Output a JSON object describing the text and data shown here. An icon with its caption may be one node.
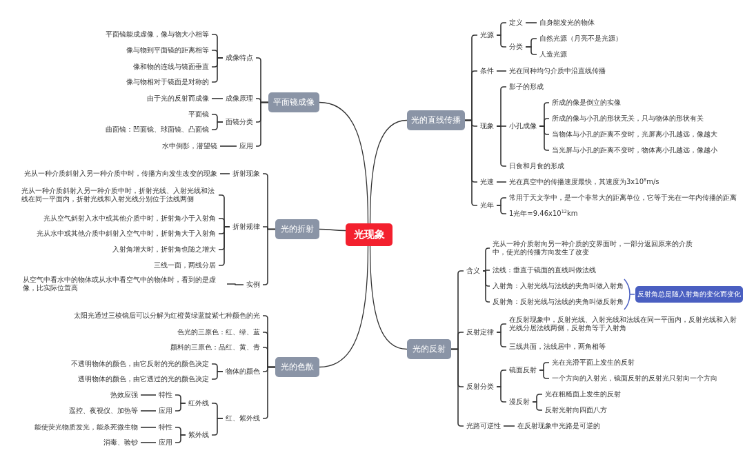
{
  "diagram": {
    "nodes": [
      {
        "text": [
          "光现象"
        ]
      },
      {
        "text": [
          "光的直线传播"
        ]
      },
      {
        "text": [
          "光源"
        ]
      },
      {
        "text": [
          "定义"
        ]
      },
      {
        "text": [
          "自身能发光的物体"
        ]
      },
      {
        "text": [
          "分类"
        ]
      },
      {
        "text": [
          "自然光源（月亮不是光源）"
        ]
      },
      {
        "text": [
          "人造光源"
        ]
      },
      {
        "text": [
          "条件"
        ]
      },
      {
        "text": [
          "光在同种均匀介质中沿直线传播"
        ]
      },
      {
        "text": [
          "现象"
        ]
      },
      {
        "text": [
          "影子的形成"
        ]
      },
      {
        "text": [
          "小孔成像"
        ]
      },
      {
        "text": [
          "所成的像是倒立的实像"
        ]
      },
      {
        "text": [
          "所成的像与小孔的形状无关，只与物体的形状有关"
        ]
      },
      {
        "text": [
          "当物体与小孔的距离不变时，光屏离小孔越远，像越大"
        ]
      },
      {
        "text": [
          "当光屏与小孔的距离不变时，物体离小孔越远，像越小"
        ]
      },
      {
        "text": [
          "日食和月食的形成"
        ]
      },
      {
        "text": [
          "光速"
        ]
      },
      {
        "text": [
          "光在真空中的传播速度最快，其速度为3x10$^{8}$m/s"
        ]
      },
      {
        "text": [
          "光年"
        ]
      },
      {
        "text": [
          "常用于天文学中，是一个非常大的距离单位，它等于光在一年内传播的距离"
        ]
      },
      {
        "text": [
          "1光年=9.46x10$^{12}$km"
        ]
      },
      {
        "text": [
          "光的反射"
        ]
      },
      {
        "text": [
          "含义"
        ]
      },
      {
        "text": [
          "光从一种介质射向另一种介质的交界面时，一部分返回原来的介质中，使光的传播方向发生了改变"
        ]
      },
      {
        "text": [
          "法线：垂直于镜面的直线叫做法线"
        ]
      },
      {
        "text": [
          "入射角：入射光线与法线的夹角叫做入射角"
        ]
      },
      {
        "text": [
          "反射角：反射光线与法线的夹角叫做反射角"
        ]
      },
      {
        "text": [
          "反射角总是随入射角的变化而变化"
        ]
      },
      {
        "text": [
          "反射定律"
        ]
      },
      {
        "text": [
          "在反射现象中，反射光线、入射光线和法线在同一平面内，反射光线和入射光线分居法线两侧，反射角等于入射角"
        ]
      },
      {
        "text": [
          "三线共面，法线居中，两角相等"
        ]
      },
      {
        "text": [
          "反射分类"
        ]
      },
      {
        "text": [
          "镜面反射"
        ]
      },
      {
        "text": [
          "光在光滑平面上发生的反射"
        ]
      },
      {
        "text": [
          "一个方向的入射光，镜面反射的反射光只射向一个方向"
        ]
      },
      {
        "text": [
          "漫反射"
        ]
      },
      {
        "text": [
          "光在粗糙面上发生的反射"
        ]
      },
      {
        "text": [
          "反射光射向四面八方"
        ]
      },
      {
        "text": [
          "光路可逆性"
        ]
      },
      {
        "text": [
          "在反射现象中光路是可逆的"
        ]
      },
      {
        "text": [
          "平面镜成像"
        ]
      },
      {
        "text": [
          "成像特点"
        ]
      },
      {
        "text": [
          "平面镜能成虚像，像与物大小相等"
        ]
      },
      {
        "text": [
          "像与物到平面镜的距离相等"
        ]
      },
      {
        "text": [
          "像和物的连线与镜面垂直"
        ]
      },
      {
        "text": [
          "像与物相对于镜面是对称的"
        ]
      },
      {
        "text": [
          "成像原理"
        ]
      },
      {
        "text": [
          "由于光的反射而成像"
        ]
      },
      {
        "text": [
          "面镜分类"
        ]
      },
      {
        "text": [
          "平面镜"
        ]
      },
      {
        "text": [
          "曲面镜：凹面镜、球面镜、凸面镜"
        ]
      },
      {
        "text": [
          "应用"
        ]
      },
      {
        "text": [
          "水中倒影，潜望镜"
        ]
      },
      {
        "text": [
          "光的折射"
        ]
      },
      {
        "text": [
          "折射现象"
        ]
      },
      {
        "text": [
          "光从一种介质斜射入另一种介质中时，传播方向发生改变的现象"
        ]
      },
      {
        "text": [
          "折射规律"
        ]
      },
      {
        "text": [
          "光从一种介质斜射入另一种介质中时，折射光线、入射光线和法线在同一平面内，折射光线和入射光线分别位于法线两侧"
        ]
      },
      {
        "text": [
          "光从空气斜射入水中或其他介质中时，折射角小于入射角"
        ]
      },
      {
        "text": [
          "光从水中或其他介质中斜射入空气中时，折射角大于入射角"
        ]
      },
      {
        "text": [
          "入射角增大时，折射角也随之增大"
        ]
      },
      {
        "text": [
          "三线一面，两线分居"
        ]
      },
      {
        "text": [
          "实例"
        ]
      },
      {
        "text": [
          "从空气中看水中的物体或从水中看空气中的物体时，看到的是虚像，比实际位置高"
        ]
      },
      {
        "text": [
          "光的色散"
        ]
      },
      {
        "text": [
          "太阳光通过三棱镜后可以分解为红橙黄绿蓝靛紫七种颜色的光"
        ]
      },
      {
        "text": [
          "色光的三原色：红、绿、蓝"
        ]
      },
      {
        "text": [
          "颜料的三原色：品红、黄、青"
        ]
      },
      {
        "text": [
          "物体的颜色"
        ]
      },
      {
        "text": [
          "不透明物体的颜色，由它反射的光的颜色决定"
        ]
      },
      {
        "text": [
          "透明物体的颜色，由它透过的光的颜色决定"
        ]
      },
      {
        "text": [
          "红、紫外线"
        ]
      },
      {
        "text": [
          "红外线"
        ]
      },
      {
        "text": [
          "特性"
        ]
      },
      {
        "text": [
          "热效应强"
        ]
      },
      {
        "text": [
          "应用"
        ]
      },
      {
        "text": [
          "遥控、夜视仪、加热等"
        ]
      },
      {
        "text": [
          "紫外线"
        ]
      },
      {
        "text": [
          "特性"
        ]
      },
      {
        "text": [
          "能使荧光物质发光，能杀死微生物"
        ]
      },
      {
        "text": [
          "应用"
        ]
      },
      {
        "text": [
          "消毒、验钞"
        ]
      }
    ],
    "edges": [
      {
        "from": 0,
        "to": 1,
        "arrow": "none"
      },
      {
        "from": 0,
        "to": 23,
        "arrow": "none"
      },
      {
        "from": 0,
        "to": 42,
        "arrow": "none"
      },
      {
        "from": 0,
        "to": 55,
        "arrow": "none"
      },
      {
        "from": 0,
        "to": 66,
        "arrow": "none"
      },
      {
        "from": 1,
        "to": 2,
        "arrow": "none"
      },
      {
        "from": 1,
        "to": 8,
        "arrow": "none"
      },
      {
        "from": 1,
        "to": 10,
        "arrow": "none"
      },
      {
        "from": 1,
        "to": 18,
        "arrow": "none"
      },
      {
        "from": 1,
        "to": 20,
        "arrow": "none"
      },
      {
        "from": 2,
        "to": 3,
        "arrow": "none"
      },
      {
        "from": 2,
        "to": 5,
        "arrow": "none"
      },
      {
        "from": 3,
        "to": 4,
        "arrow": "none"
      },
      {
        "from": 5,
        "to": 6,
        "arrow": "none"
      },
      {
        "from": 5,
        "to": 7,
        "arrow": "none"
      },
      {
        "from": 8,
        "to": 9,
        "arrow": "none"
      },
      {
        "from": 10,
        "to": 11,
        "arrow": "none"
      },
      {
        "from": 10,
        "to": 12,
        "arrow": "none"
      },
      {
        "from": 10,
        "to": 17,
        "arrow": "none"
      },
      {
        "from": 12,
        "to": 13,
        "arrow": "none"
      },
      {
        "from": 12,
        "to": 14,
        "arrow": "none"
      },
      {
        "from": 12,
        "to": 15,
        "arrow": "none"
      },
      {
        "from": 12,
        "to": 16,
        "arrow": "none"
      },
      {
        "from": 18,
        "to": 19,
        "arrow": "none"
      },
      {
        "from": 20,
        "to": 21,
        "arrow": "none"
      },
      {
        "from": 20,
        "to": 22,
        "arrow": "none"
      },
      {
        "from": 23,
        "to": 24,
        "arrow": "none"
      },
      {
        "from": 23,
        "to": 30,
        "arrow": "none"
      },
      {
        "from": 23,
        "to": 33,
        "arrow": "none"
      },
      {
        "from": 23,
        "to": 40,
        "arrow": "none"
      },
      {
        "from": 24,
        "to": 25,
        "arrow": "none"
      },
      {
        "from": 24,
        "to": 26,
        "arrow": "none"
      },
      {
        "from": 24,
        "to": 27,
        "arrow": "none"
      },
      {
        "from": 24,
        "to": 28,
        "arrow": "none"
      },
      {
        "from": 30,
        "to": 31,
        "arrow": "none"
      },
      {
        "from": 30,
        "to": 32,
        "arrow": "none"
      },
      {
        "from": 33,
        "to": 34,
        "arrow": "none"
      },
      {
        "from": 33,
        "to": 37,
        "arrow": "none"
      },
      {
        "from": 34,
        "to": 35,
        "arrow": "none"
      },
      {
        "from": 34,
        "to": 36,
        "arrow": "none"
      },
      {
        "from": 37,
        "to": 38,
        "arrow": "none"
      },
      {
        "from": 37,
        "to": 39,
        "arrow": "none"
      },
      {
        "from": 40,
        "to": 41,
        "arrow": "none"
      },
      {
        "from": 42,
        "to": 43,
        "arrow": "none"
      },
      {
        "from": 42,
        "to": 48,
        "arrow": "none"
      },
      {
        "from": 42,
        "to": 50,
        "arrow": "none"
      },
      {
        "from": 42,
        "to": 53,
        "arrow": "none"
      },
      {
        "from": 43,
        "to": 44,
        "arrow": "none"
      },
      {
        "from": 43,
        "to": 45,
        "arrow": "none"
      },
      {
        "from": 43,
        "to": 46,
        "arrow": "none"
      },
      {
        "from": 43,
        "to": 47,
        "arrow": "none"
      },
      {
        "from": 48,
        "to": 49,
        "arrow": "none"
      },
      {
        "from": 50,
        "to": 51,
        "arrow": "none"
      },
      {
        "from": 50,
        "to": 52,
        "arrow": "none"
      },
      {
        "from": 53,
        "to": 54,
        "arrow": "none"
      },
      {
        "from": 55,
        "to": 56,
        "arrow": "none"
      },
      {
        "from": 55,
        "to": 58,
        "arrow": "none"
      },
      {
        "from": 55,
        "to": 64,
        "arrow": "none"
      },
      {
        "from": 56,
        "to": 57,
        "arrow": "none"
      },
      {
        "from": 58,
        "to": 59,
        "arrow": "none"
      },
      {
        "from": 58,
        "to": 60,
        "arrow": "none"
      },
      {
        "from": 58,
        "to": 61,
        "arrow": "none"
      },
      {
        "from": 58,
        "to": 62,
        "arrow": "none"
      },
      {
        "from": 58,
        "to": 63,
        "arrow": "none"
      },
      {
        "from": 64,
        "to": 65,
        "arrow": "none"
      },
      {
        "from": 66,
        "to": 67,
        "arrow": "none"
      },
      {
        "from": 66,
        "to": 68,
        "arrow": "none"
      },
      {
        "from": 66,
        "to": 69,
        "arrow": "none"
      },
      {
        "from": 66,
        "to": 70,
        "arrow": "none"
      },
      {
        "from": 66,
        "to": 73,
        "arrow": "none"
      },
      {
        "from": 70,
        "to": 71,
        "arrow": "none"
      },
      {
        "from": 70,
        "to": 72,
        "arrow": "none"
      },
      {
        "from": 73,
        "to": 74,
        "arrow": "none"
      },
      {
        "from": 73,
        "to": 79,
        "arrow": "none"
      },
      {
        "from": 74,
        "to": 75,
        "arrow": "none"
      },
      {
        "from": 74,
        "to": 77,
        "arrow": "none"
      },
      {
        "from": 75,
        "to": 76,
        "arrow": "none"
      },
      {
        "from": 77,
        "to": 78,
        "arrow": "none"
      },
      {
        "from": 79,
        "to": 80,
        "arrow": "none"
      },
      {
        "from": 79,
        "to": 82,
        "arrow": "none"
      },
      {
        "from": 80,
        "to": 81,
        "arrow": "none"
      },
      {
        "from": 82,
        "to": 83,
        "arrow": "none"
      }
    ]
  }
}
